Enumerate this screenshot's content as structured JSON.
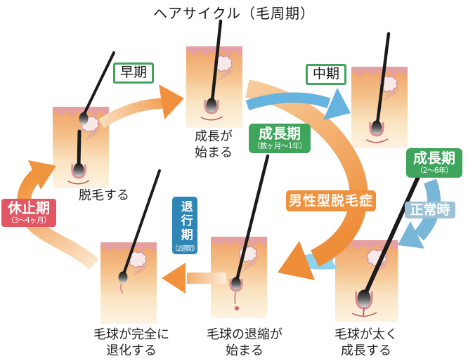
{
  "title": "ヘアサイクル（毛周期）",
  "stage_labels": {
    "early": "早期",
    "mid": "中期"
  },
  "badges": {
    "growth_short": {
      "main": "成長期",
      "sub": "（数ヶ月～1年）"
    },
    "growth_long": {
      "main": "成長期",
      "sub": "（2～6年）"
    },
    "normal": "正常時",
    "aga": "男性型脱毛症",
    "catagen": {
      "main": "退行期",
      "sub": "（2週間）"
    },
    "telogen": {
      "main": "休止期",
      "sub": "（3～4ヶ月）"
    }
  },
  "captions": {
    "shedding": "脱毛する",
    "growth_begins": "成長が\n始まる",
    "bulb_fully_regresses": "毛球が完全に\n退化する",
    "bulb_regression_begins": "毛球の退縮が\n始まる",
    "bulb_grows_thick": "毛球が太く\n成長する"
  },
  "colors": {
    "stage_green": "#3fa45c",
    "arrow_orange": "#f0923e",
    "arrow_blue": "#66b3e0",
    "arrow_light_blue": "#8ed2ed",
    "arrow_steel_blue": "#79b7d9",
    "catagen_blue": "#2f86b5",
    "normal_badge_blue": "#9cc2d8",
    "telogen_red": "#e25764",
    "skin_rose": "#e5a1a1",
    "skin_orange": "#efa164",
    "skin_cream": "#fdf3e1"
  }
}
